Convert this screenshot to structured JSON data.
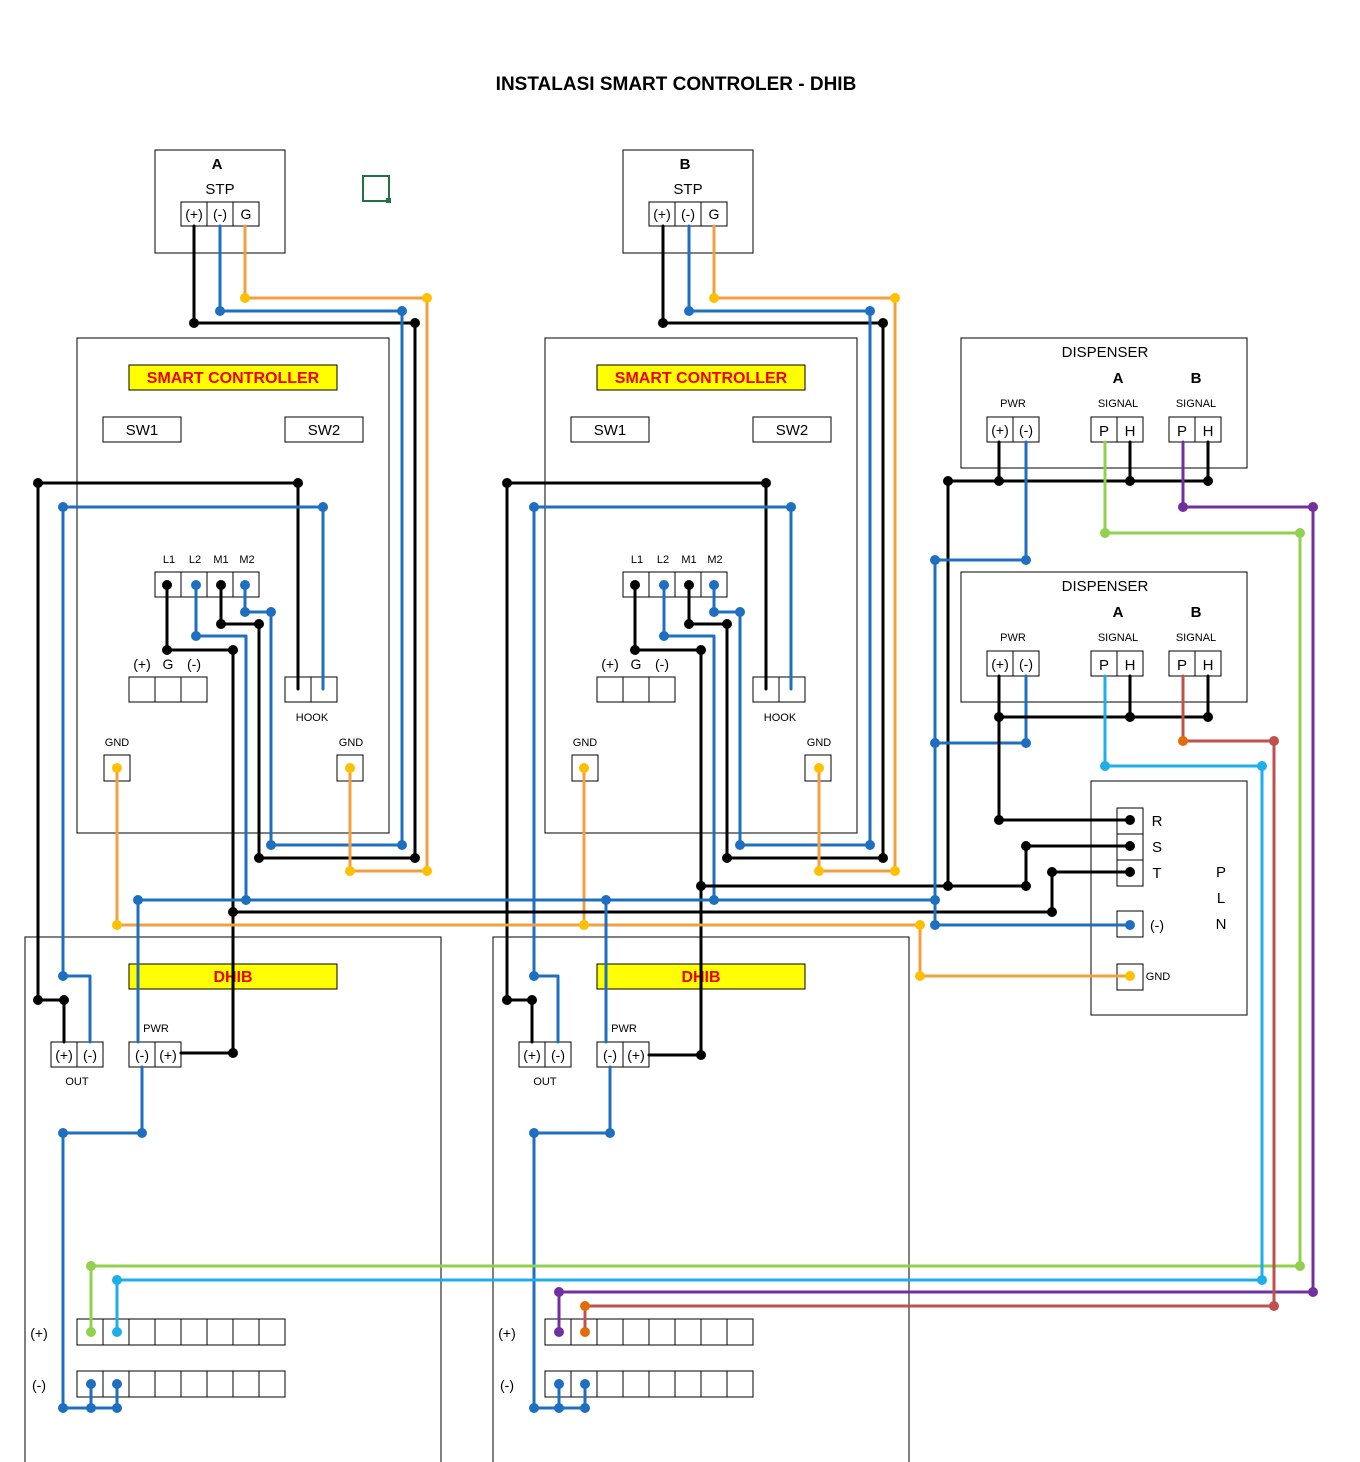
{
  "title": "INSTALASI SMART CONTROLER - DHIB",
  "colors": {
    "black": "#000000",
    "blue": "#1f6fc0",
    "orange": "#f0a040",
    "orange_dot": "#ffc000",
    "light_green": "#92d050",
    "cyan": "#1eaee8",
    "purple": "#7030a0",
    "red_brown": "#c0504d",
    "dark_orange": "#e26b0a",
    "highlight": "#ffff00",
    "label_red": "#ee0000"
  },
  "stp": [
    {
      "id": "A",
      "name": "STP",
      "terminals": [
        "(+)",
        "(-)",
        "G"
      ]
    },
    {
      "id": "B",
      "name": "STP",
      "terminals": [
        "(+)",
        "(-)",
        "G"
      ]
    }
  ],
  "controller": {
    "label": "SMART CONTROLLER",
    "sw1": "SW1",
    "sw2": "SW2",
    "relay_terminals": [
      "L1",
      "L2",
      "M1",
      "M2"
    ],
    "power_terminals": [
      "(+)",
      "G",
      "(-)"
    ],
    "hook": "HOOK",
    "gnd": "GND"
  },
  "dispenser": [
    {
      "name": "DISPENSER",
      "a": "A",
      "b": "B",
      "pwr": "PWR",
      "signal": "SIGNAL",
      "pwr_terminals": [
        "(+)",
        "(-)"
      ],
      "signal_terminals": [
        "P",
        "H"
      ]
    },
    {
      "name": "DISPENSER",
      "a": "A",
      "b": "B",
      "pwr": "PWR",
      "signal": "SIGNAL",
      "pwr_terminals": [
        "(+)",
        "(-)"
      ],
      "signal_terminals": [
        "P",
        "H"
      ]
    }
  ],
  "pln": {
    "letters": [
      "P",
      "L",
      "N"
    ],
    "phases": [
      "R",
      "S",
      "T"
    ],
    "neg": "(-)",
    "gnd": "GND"
  },
  "dhib": {
    "label": "DHIB",
    "out": "OUT",
    "pwr": "PWR",
    "out_terminals": [
      "(+)",
      "(-)"
    ],
    "pwr_terminals": [
      "(-)",
      "(+)"
    ],
    "bus_pos": "(+)",
    "bus_neg": "(-)"
  }
}
